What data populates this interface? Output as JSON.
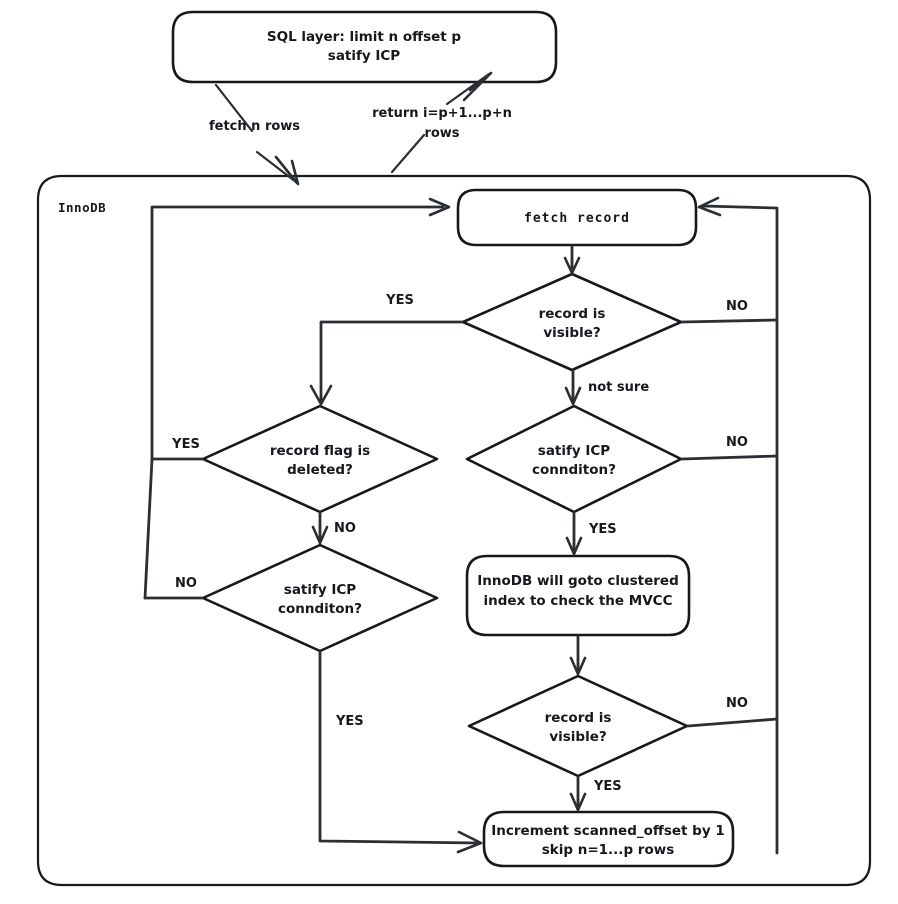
{
  "diagram": {
    "title": "InnoDB limit/offset record scan flow",
    "colors": {
      "stroke": "#16181c",
      "connector": "#2b2e33",
      "fill": "#ffffff"
    },
    "container": {
      "label": "InnoDB"
    },
    "nodes": {
      "sql_layer": {
        "line1": "SQL layer: limit n offset p",
        "line2": "satify ICP"
      },
      "fetch_record": {
        "text": "fetch  record"
      },
      "decision_visible_1": {
        "line1": "record is",
        "line2": "visible?"
      },
      "decision_flag_deleted": {
        "line1": "record flag is",
        "line2": "deleted?"
      },
      "decision_icp_left": {
        "line1": "satify ICP",
        "line2": "connditon?"
      },
      "decision_icp_right": {
        "line1": "satify ICP",
        "line2": "connditon?"
      },
      "clustered_index": {
        "line1": "InnoDB will goto clustered",
        "line2": "index to check the MVCC"
      },
      "decision_visible_2": {
        "line1": "record is",
        "line2": "visible?"
      },
      "increment": {
        "line1": "Increment scanned_offset by 1",
        "line2": "skip n=1...p rows"
      }
    },
    "edge_labels": {
      "fetch_n_rows": "fetch n rows",
      "return_rows_l1": "return i=p+1...p+n",
      "return_rows_l2": "rows",
      "visible1_yes": "YES",
      "visible1_no": "NO",
      "visible1_notsure": "not sure",
      "flag_deleted_yes": "YES",
      "flag_deleted_no": "NO",
      "icp_left_no": "NO",
      "icp_left_yes": "YES",
      "icp_right_no": "NO",
      "icp_right_yes": "YES",
      "visible2_no": "NO",
      "visible2_yes": "YES"
    }
  }
}
